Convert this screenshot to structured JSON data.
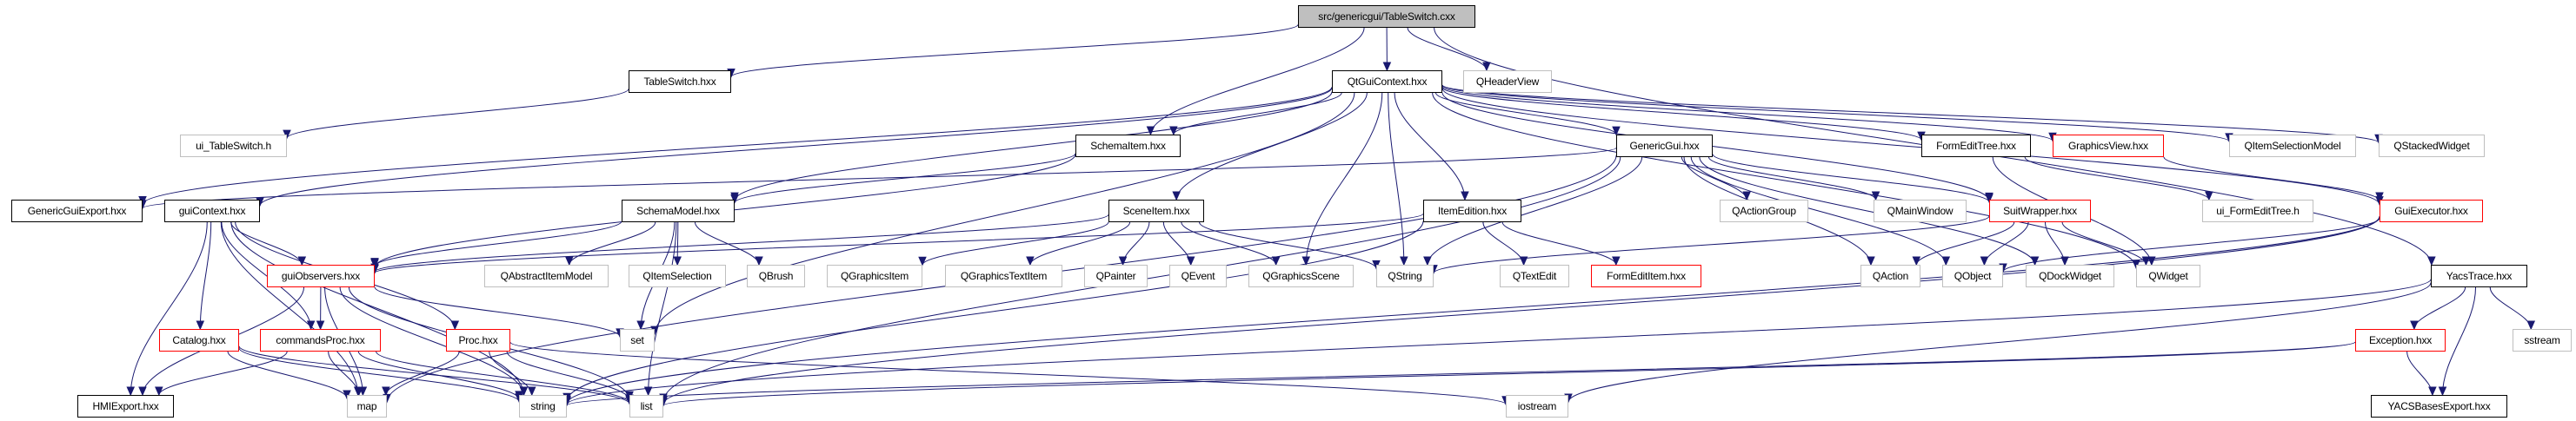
{
  "diagram": {
    "type": "include-dependency-graph",
    "colors": {
      "edge": "#191970",
      "root_fill": "#bfbfbf",
      "documented_border": "#000000",
      "external_border": "#bfbfbf",
      "truncated_border": "#ff0000"
    },
    "nodes": [
      {
        "id": "root",
        "label": "src/genericgui/TableSwitch.cxx",
        "kind": "root"
      },
      {
        "id": "TableSwitch_hxx",
        "label": "TableSwitch.hxx",
        "kind": "documented"
      },
      {
        "id": "QtGuiContext_hxx",
        "label": "QtGuiContext.hxx",
        "kind": "documented"
      },
      {
        "id": "QHeaderView",
        "label": "QHeaderView",
        "kind": "external"
      },
      {
        "id": "ui_TableSwitch_h",
        "label": "ui_TableSwitch.h",
        "kind": "external"
      },
      {
        "id": "SchemaItem_hxx",
        "label": "SchemaItem.hxx",
        "kind": "documented"
      },
      {
        "id": "GenericGui_hxx",
        "label": "GenericGui.hxx",
        "kind": "documented"
      },
      {
        "id": "FormEditTree_hxx",
        "label": "FormEditTree.hxx",
        "kind": "documented"
      },
      {
        "id": "GraphicsView_hxx",
        "label": "GraphicsView.hxx",
        "kind": "truncated"
      },
      {
        "id": "QItemSelectionModel",
        "label": "QItemSelectionModel",
        "kind": "external"
      },
      {
        "id": "QStackedWidget",
        "label": "QStackedWidget",
        "kind": "external"
      },
      {
        "id": "GenericGuiExport_hxx",
        "label": "GenericGuiExport.hxx",
        "kind": "documented"
      },
      {
        "id": "guiContext_hxx",
        "label": "guiContext.hxx",
        "kind": "documented"
      },
      {
        "id": "SchemaModel_hxx",
        "label": "SchemaModel.hxx",
        "kind": "documented"
      },
      {
        "id": "SceneItem_hxx",
        "label": "SceneItem.hxx",
        "kind": "documented"
      },
      {
        "id": "ItemEdition_hxx",
        "label": "ItemEdition.hxx",
        "kind": "documented"
      },
      {
        "id": "QActionGroup",
        "label": "QActionGroup",
        "kind": "external"
      },
      {
        "id": "QMainWindow",
        "label": "QMainWindow",
        "kind": "external"
      },
      {
        "id": "SuitWrapper_hxx",
        "label": "SuitWrapper.hxx",
        "kind": "truncated"
      },
      {
        "id": "ui_FormEditTree_h",
        "label": "ui_FormEditTree.h",
        "kind": "external"
      },
      {
        "id": "GuiExecutor_hxx",
        "label": "GuiExecutor.hxx",
        "kind": "truncated"
      },
      {
        "id": "guiObservers_hxx",
        "label": "guiObservers.hxx",
        "kind": "truncated"
      },
      {
        "id": "QAbstractItemModel",
        "label": "QAbstractItemModel",
        "kind": "external"
      },
      {
        "id": "QItemSelection",
        "label": "QItemSelection",
        "kind": "external"
      },
      {
        "id": "QBrush",
        "label": "QBrush",
        "kind": "external"
      },
      {
        "id": "QGraphicsItem",
        "label": "QGraphicsItem",
        "kind": "external"
      },
      {
        "id": "QGraphicsTextItem",
        "label": "QGraphicsTextItem",
        "kind": "external"
      },
      {
        "id": "QPainter",
        "label": "QPainter",
        "kind": "external"
      },
      {
        "id": "QEvent",
        "label": "QEvent",
        "kind": "external"
      },
      {
        "id": "QGraphicsScene",
        "label": "QGraphicsScene",
        "kind": "external"
      },
      {
        "id": "QString",
        "label": "QString",
        "kind": "external"
      },
      {
        "id": "QTextEdit",
        "label": "QTextEdit",
        "kind": "external"
      },
      {
        "id": "FormEditItem_hxx",
        "label": "FormEditItem.hxx",
        "kind": "truncated"
      },
      {
        "id": "QAction",
        "label": "QAction",
        "kind": "external"
      },
      {
        "id": "QObject",
        "label": "QObject",
        "kind": "external"
      },
      {
        "id": "QDockWidget",
        "label": "QDockWidget",
        "kind": "external"
      },
      {
        "id": "QWidget",
        "label": "QWidget",
        "kind": "external"
      },
      {
        "id": "YacsTrace_hxx",
        "label": "YacsTrace.hxx",
        "kind": "documented"
      },
      {
        "id": "Catalog_hxx",
        "label": "Catalog.hxx",
        "kind": "truncated"
      },
      {
        "id": "commandsProc_hxx",
        "label": "commandsProc.hxx",
        "kind": "truncated"
      },
      {
        "id": "Proc_hxx",
        "label": "Proc.hxx",
        "kind": "truncated"
      },
      {
        "id": "set",
        "label": "set",
        "kind": "external"
      },
      {
        "id": "Exception_hxx",
        "label": "Exception.hxx",
        "kind": "truncated"
      },
      {
        "id": "sstream",
        "label": "sstream",
        "kind": "external"
      },
      {
        "id": "HMIExport_hxx",
        "label": "HMIExport.hxx",
        "kind": "documented"
      },
      {
        "id": "map",
        "label": "map",
        "kind": "external"
      },
      {
        "id": "string",
        "label": "string",
        "kind": "external"
      },
      {
        "id": "list",
        "label": "list",
        "kind": "external"
      },
      {
        "id": "iostream",
        "label": "iostream",
        "kind": "external"
      },
      {
        "id": "YACSBasesExport_hxx",
        "label": "YACSBasesExport.hxx",
        "kind": "documented"
      }
    ],
    "edges": [
      [
        "root",
        "TableSwitch_hxx"
      ],
      [
        "root",
        "QtGuiContext_hxx"
      ],
      [
        "root",
        "QHeaderView"
      ],
      [
        "root",
        "SchemaItem_hxx"
      ],
      [
        "root",
        "YacsTrace_hxx"
      ],
      [
        "TableSwitch_hxx",
        "ui_TableSwitch_h"
      ],
      [
        "QtGuiContext_hxx",
        "GenericGuiExport_hxx"
      ],
      [
        "QtGuiContext_hxx",
        "guiContext_hxx"
      ],
      [
        "QtGuiContext_hxx",
        "SchemaItem_hxx"
      ],
      [
        "QtGuiContext_hxx",
        "SchemaModel_hxx"
      ],
      [
        "QtGuiContext_hxx",
        "SceneItem_hxx"
      ],
      [
        "QtGuiContext_hxx",
        "ItemEdition_hxx"
      ],
      [
        "QtGuiContext_hxx",
        "GenericGui_hxx"
      ],
      [
        "QtGuiContext_hxx",
        "FormEditTree_hxx"
      ],
      [
        "QtGuiContext_hxx",
        "GraphicsView_hxx"
      ],
      [
        "QtGuiContext_hxx",
        "QItemSelectionModel"
      ],
      [
        "QtGuiContext_hxx",
        "QStackedWidget"
      ],
      [
        "QtGuiContext_hxx",
        "SuitWrapper_hxx"
      ],
      [
        "QtGuiContext_hxx",
        "GuiExecutor_hxx"
      ],
      [
        "QtGuiContext_hxx",
        "QGraphicsScene"
      ],
      [
        "QtGuiContext_hxx",
        "QString"
      ],
      [
        "QtGuiContext_hxx",
        "set"
      ],
      [
        "QtGuiContext_hxx",
        "QWidget"
      ],
      [
        "SchemaItem_hxx",
        "SchemaModel_hxx"
      ],
      [
        "SchemaItem_hxx",
        "guiObservers_hxx"
      ],
      [
        "GenericGui_hxx",
        "GenericGuiExport_hxx"
      ],
      [
        "GenericGui_hxx",
        "QActionGroup"
      ],
      [
        "GenericGui_hxx",
        "QMainWindow"
      ],
      [
        "GenericGui_hxx",
        "SuitWrapper_hxx"
      ],
      [
        "GenericGui_hxx",
        "QAction"
      ],
      [
        "GenericGui_hxx",
        "QObject"
      ],
      [
        "GenericGui_hxx",
        "QDockWidget"
      ],
      [
        "GenericGui_hxx",
        "QString"
      ],
      [
        "GenericGui_hxx",
        "map"
      ],
      [
        "GenericGui_hxx",
        "list"
      ],
      [
        "FormEditTree_hxx",
        "ui_FormEditTree_h"
      ],
      [
        "FormEditTree_hxx",
        "QWidget"
      ],
      [
        "GraphicsView_hxx",
        "GuiExecutor_hxx"
      ],
      [
        "guiContext_hxx",
        "guiObservers_hxx"
      ],
      [
        "guiContext_hxx",
        "Catalog_hxx"
      ],
      [
        "guiContext_hxx",
        "commandsProc_hxx"
      ],
      [
        "guiContext_hxx",
        "Proc_hxx"
      ],
      [
        "guiContext_hxx",
        "HMIExport_hxx"
      ],
      [
        "guiContext_hxx",
        "map"
      ],
      [
        "guiContext_hxx",
        "string"
      ],
      [
        "SchemaModel_hxx",
        "guiObservers_hxx"
      ],
      [
        "SchemaModel_hxx",
        "QAbstractItemModel"
      ],
      [
        "SchemaModel_hxx",
        "QItemSelection"
      ],
      [
        "SchemaModel_hxx",
        "QBrush"
      ],
      [
        "SchemaModel_hxx",
        "set"
      ],
      [
        "SchemaModel_hxx",
        "list"
      ],
      [
        "SceneItem_hxx",
        "guiObservers_hxx"
      ],
      [
        "SceneItem_hxx",
        "QGraphicsItem"
      ],
      [
        "SceneItem_hxx",
        "QGraphicsTextItem"
      ],
      [
        "SceneItem_hxx",
        "QPainter"
      ],
      [
        "SceneItem_hxx",
        "QEvent"
      ],
      [
        "SceneItem_hxx",
        "QGraphicsScene"
      ],
      [
        "SceneItem_hxx",
        "QString"
      ],
      [
        "ItemEdition_hxx",
        "guiObservers_hxx"
      ],
      [
        "ItemEdition_hxx",
        "QTextEdit"
      ],
      [
        "ItemEdition_hxx",
        "FormEditItem_hxx"
      ],
      [
        "ItemEdition_hxx",
        "string"
      ],
      [
        "SuitWrapper_hxx",
        "QAction"
      ],
      [
        "SuitWrapper_hxx",
        "QObject"
      ],
      [
        "SuitWrapper_hxx",
        "QDockWidget"
      ],
      [
        "SuitWrapper_hxx",
        "QWidget"
      ],
      [
        "SuitWrapper_hxx",
        "QString"
      ],
      [
        "GuiExecutor_hxx",
        "QObject"
      ],
      [
        "GuiExecutor_hxx",
        "string"
      ],
      [
        "GuiExecutor_hxx",
        "list"
      ],
      [
        "guiObservers_hxx",
        "commandsProc_hxx"
      ],
      [
        "guiObservers_hxx",
        "HMIExport_hxx"
      ],
      [
        "guiObservers_hxx",
        "map"
      ],
      [
        "guiObservers_hxx",
        "string"
      ],
      [
        "guiObservers_hxx",
        "set"
      ],
      [
        "guiObservers_hxx",
        "list"
      ],
      [
        "Catalog_hxx",
        "map"
      ],
      [
        "Catalog_hxx",
        "string"
      ],
      [
        "Catalog_hxx",
        "list"
      ],
      [
        "commandsProc_hxx",
        "HMIExport_hxx"
      ],
      [
        "commandsProc_hxx",
        "map"
      ],
      [
        "commandsProc_hxx",
        "string"
      ],
      [
        "commandsProc_hxx",
        "list"
      ],
      [
        "Proc_hxx",
        "map"
      ],
      [
        "Proc_hxx",
        "string"
      ],
      [
        "Proc_hxx",
        "list"
      ],
      [
        "Proc_hxx",
        "iostream"
      ],
      [
        "YacsTrace_hxx",
        "Exception_hxx"
      ],
      [
        "YacsTrace_hxx",
        "sstream"
      ],
      [
        "YacsTrace_hxx",
        "YACSBasesExport_hxx"
      ],
      [
        "YacsTrace_hxx",
        "iostream"
      ],
      [
        "YacsTrace_hxx",
        "string"
      ],
      [
        "Exception_hxx",
        "YACSBasesExport_hxx"
      ],
      [
        "Exception_hxx",
        "string"
      ],
      [
        "Exception_hxx",
        "list"
      ]
    ]
  }
}
